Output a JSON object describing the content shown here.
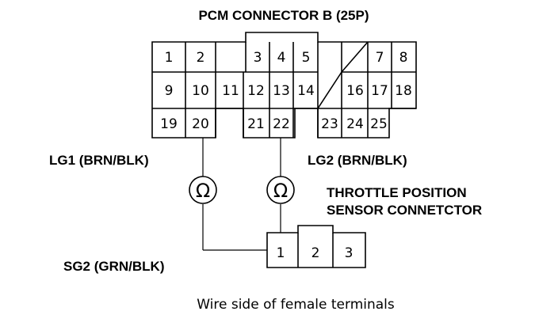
{
  "title": "PCM CONNECTOR B (25P)",
  "pcm_pins": {
    "p1": "1",
    "p2": "2",
    "p3": "3",
    "p4": "4",
    "p5": "5",
    "p7": "7",
    "p8": "8",
    "p9": "9",
    "p10": "10",
    "p11": "11",
    "p12": "12",
    "p13": "13",
    "p14": "14",
    "p16": "16",
    "p17": "17",
    "p18": "18",
    "p19": "19",
    "p20": "20",
    "p21": "21",
    "p22": "22",
    "p23": "23",
    "p24": "24",
    "p25": "25"
  },
  "labels": {
    "lg1": "LG1 (BRN/BLK)",
    "lg2": "LG2 (BRN/BLK)",
    "sg2": "SG2 (GRN/BLK)",
    "tps_line1": "THROTTLE POSITION",
    "tps_line2": "SENSOR CONNETCTOR",
    "ohm": "Ω",
    "caption": "Wire side of female terminals"
  },
  "tps_pins": {
    "p1": "1",
    "p2": "2",
    "p3": "3"
  }
}
